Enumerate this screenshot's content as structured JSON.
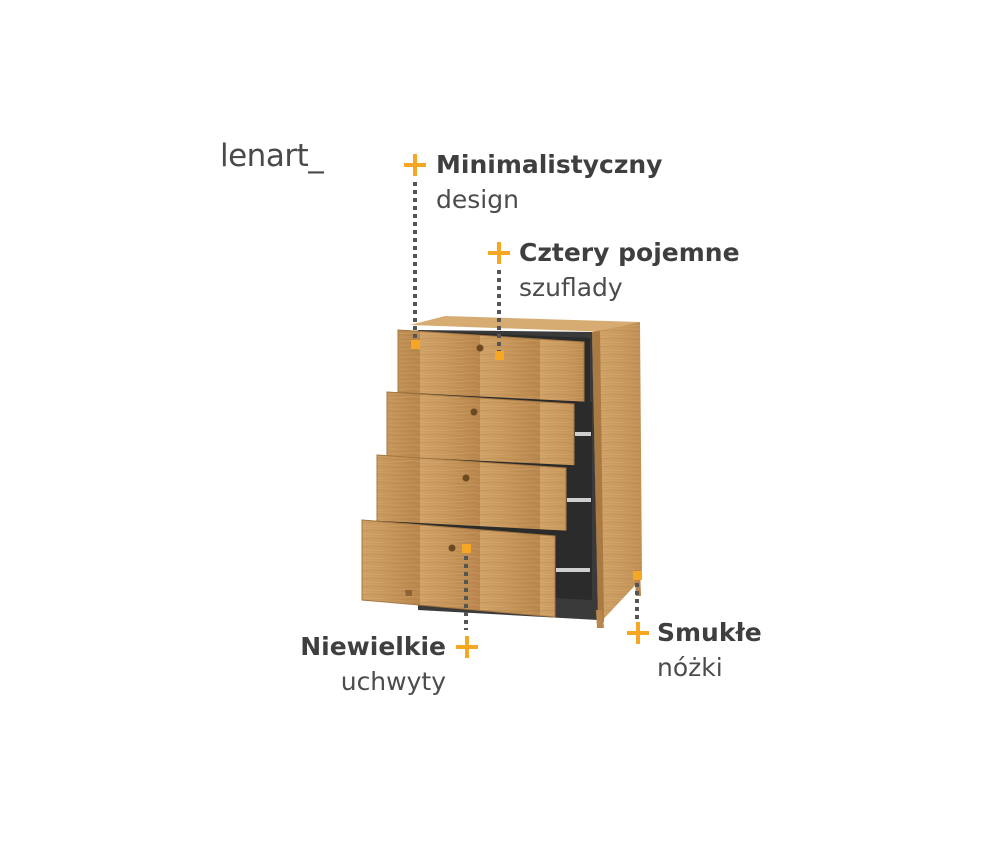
{
  "brand": {
    "logo_text": "lenart",
    "logo_mark": "_"
  },
  "callouts": {
    "design": {
      "bold": "Minimalistyczny",
      "light": "design"
    },
    "drawers": {
      "bold": "Cztery pojemne",
      "light": "szuflady"
    },
    "handles": {
      "bold": "Niewielkie",
      "light": "uchwyty"
    },
    "legs": {
      "bold": "Smukłe",
      "light": "nóżki"
    }
  },
  "colors": {
    "accent": "#f5a623",
    "text": "#3f3f3f",
    "wood": "#c9995e",
    "interior": "#2b2b2b"
  },
  "icons": [
    "plus-icon"
  ]
}
